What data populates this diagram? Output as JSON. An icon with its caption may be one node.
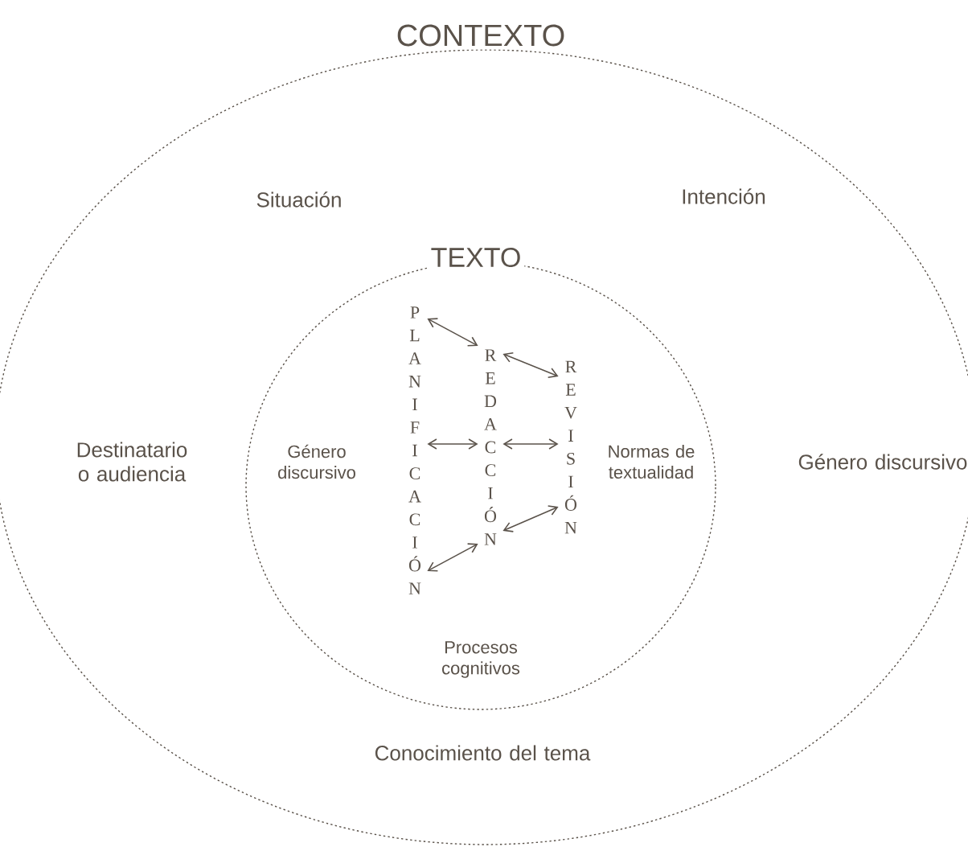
{
  "diagram": {
    "nodes": [
      {
        "text": [
          "CONTEXTO"
        ]
      },
      {
        "text": [
          "TEXTO"
        ],
        "in": 0
      },
      {
        "text": [
          "PLANIFICACIÓN"
        ],
        "in": 1
      },
      {
        "text": [
          "REDACCIÓN"
        ],
        "in": 1
      },
      {
        "text": [
          "REVISIÓN"
        ],
        "in": 1
      }
    ],
    "edges": [
      {
        "from": 2,
        "to": 3,
        "arrow": "both"
      },
      {
        "from": 2,
        "to": 3,
        "arrow": "both"
      },
      {
        "from": 2,
        "to": 3,
        "arrow": "both"
      },
      {
        "from": 3,
        "to": 4,
        "arrow": "both"
      },
      {
        "from": 3,
        "to": 4,
        "arrow": "both"
      },
      {
        "from": 3,
        "to": 4,
        "arrow": "both"
      }
    ],
    "labels": [
      "Situación",
      "Intención",
      "Destinatario o audiencia",
      "Género discursivo",
      "Normas de textualidad",
      "Género discursivo",
      "Procesos cognitivos",
      "Conocimiento del tema"
    ]
  }
}
